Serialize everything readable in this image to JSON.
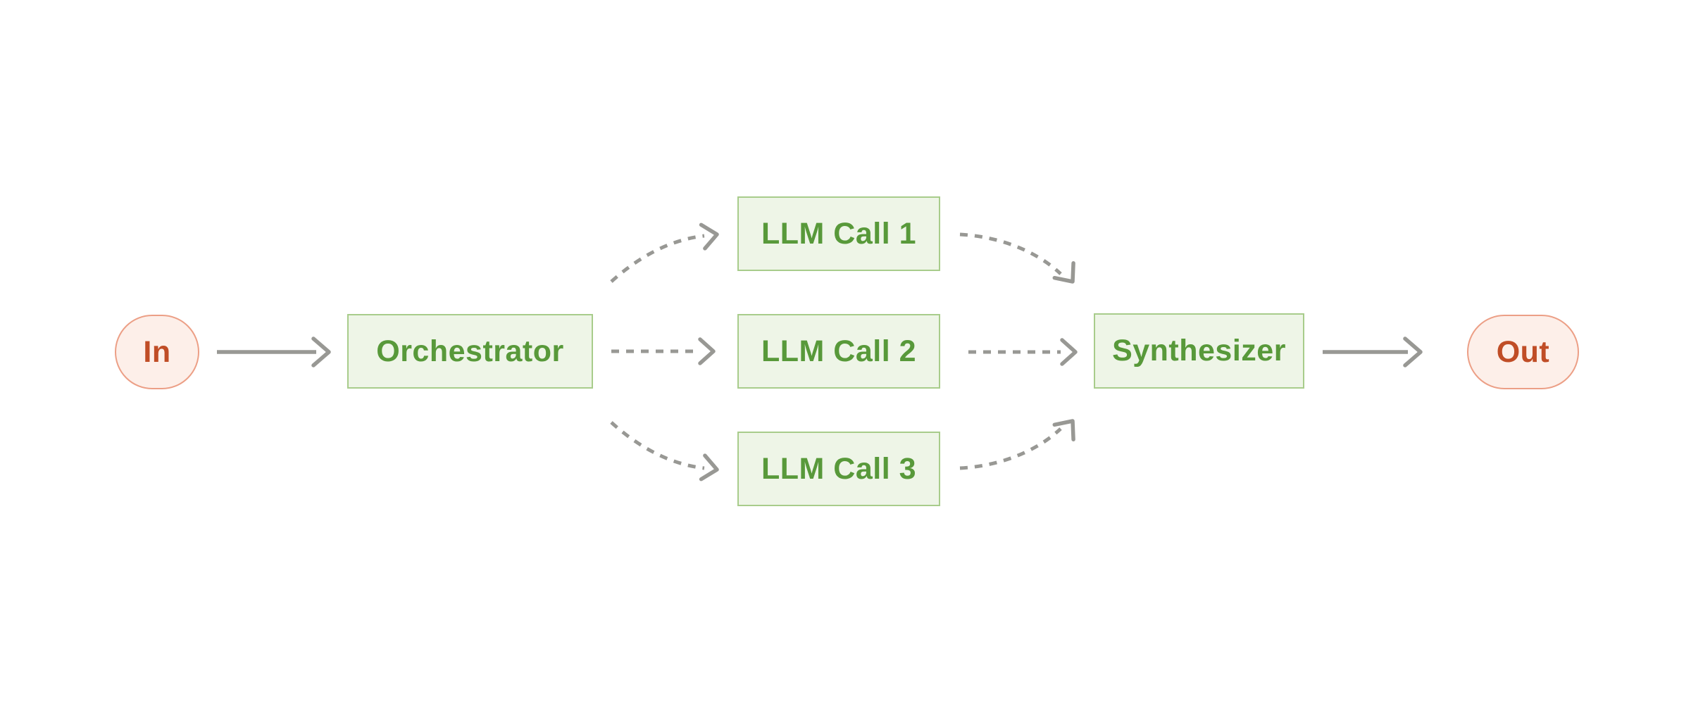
{
  "diagram": {
    "nodes": {
      "in": {
        "label": "In",
        "shape": "pill"
      },
      "orchestrator": {
        "label": "Orchestrator",
        "shape": "box"
      },
      "llm_call_1": {
        "label": "LLM Call 1",
        "shape": "box"
      },
      "llm_call_2": {
        "label": "LLM Call 2",
        "shape": "box"
      },
      "llm_call_3": {
        "label": "LLM Call 3",
        "shape": "box"
      },
      "synthesizer": {
        "label": "Synthesizer",
        "shape": "box"
      },
      "out": {
        "label": "Out",
        "shape": "pill"
      }
    },
    "edges": [
      {
        "from": "In",
        "to": "Orchestrator",
        "style": "solid"
      },
      {
        "from": "Orchestrator",
        "to": "LLM Call 1",
        "style": "dashed"
      },
      {
        "from": "Orchestrator",
        "to": "LLM Call 2",
        "style": "dashed"
      },
      {
        "from": "Orchestrator",
        "to": "LLM Call 3",
        "style": "dashed"
      },
      {
        "from": "LLM Call 1",
        "to": "Synthesizer",
        "style": "dashed"
      },
      {
        "from": "LLM Call 2",
        "to": "Synthesizer",
        "style": "dashed"
      },
      {
        "from": "LLM Call 3",
        "to": "Synthesizer",
        "style": "dashed"
      },
      {
        "from": "Synthesizer",
        "to": "Out",
        "style": "solid"
      }
    ]
  },
  "colors": {
    "canvas_bg": "#ffffff",
    "arrow_color": "#989894",
    "green_fill": "#eef5e7",
    "green_border": "#a8cc8b",
    "green_text": "#58993a",
    "pink_fill": "#fdefe9",
    "pink_border": "#ec9f86",
    "pink_text": "#c04d26"
  }
}
